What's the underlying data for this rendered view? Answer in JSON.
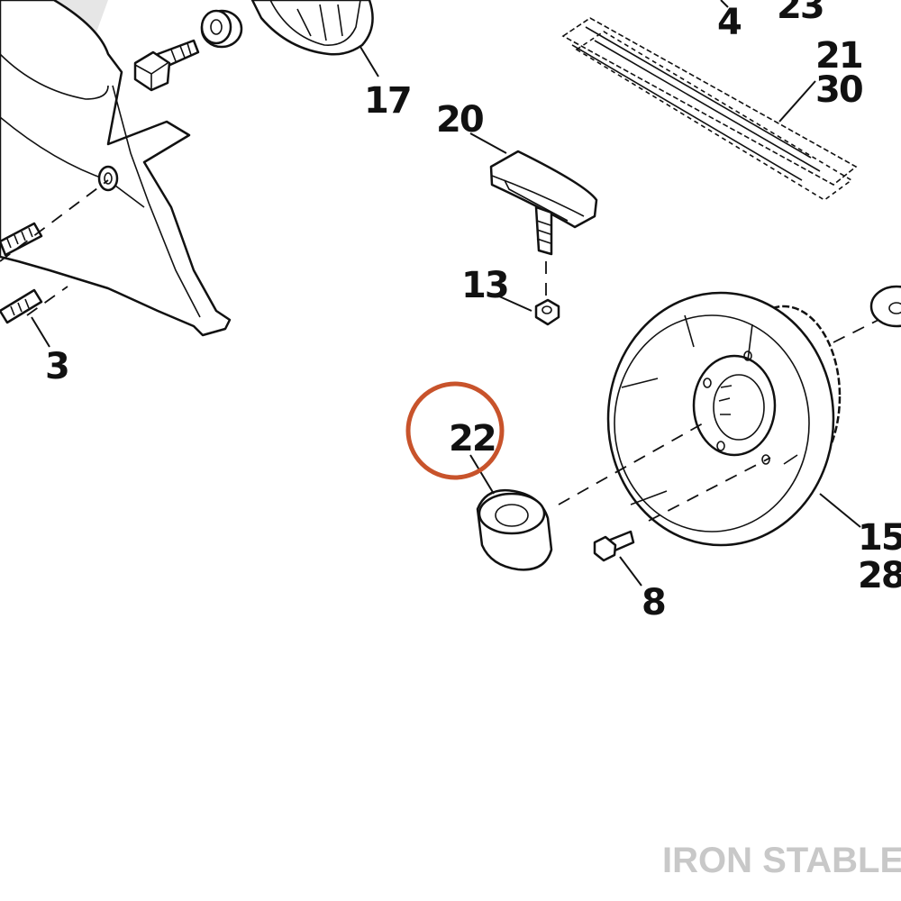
{
  "callouts": {
    "c4": "4",
    "c23": "23",
    "c21": "21",
    "c30": "30",
    "c17": "17",
    "c20": "20",
    "c13": "13",
    "c3": "3",
    "c22": "22",
    "c15": "15",
    "c28": "28",
    "c8": "8"
  },
  "highlight_color": "#c8532b",
  "watermark": "IRON STABLE"
}
